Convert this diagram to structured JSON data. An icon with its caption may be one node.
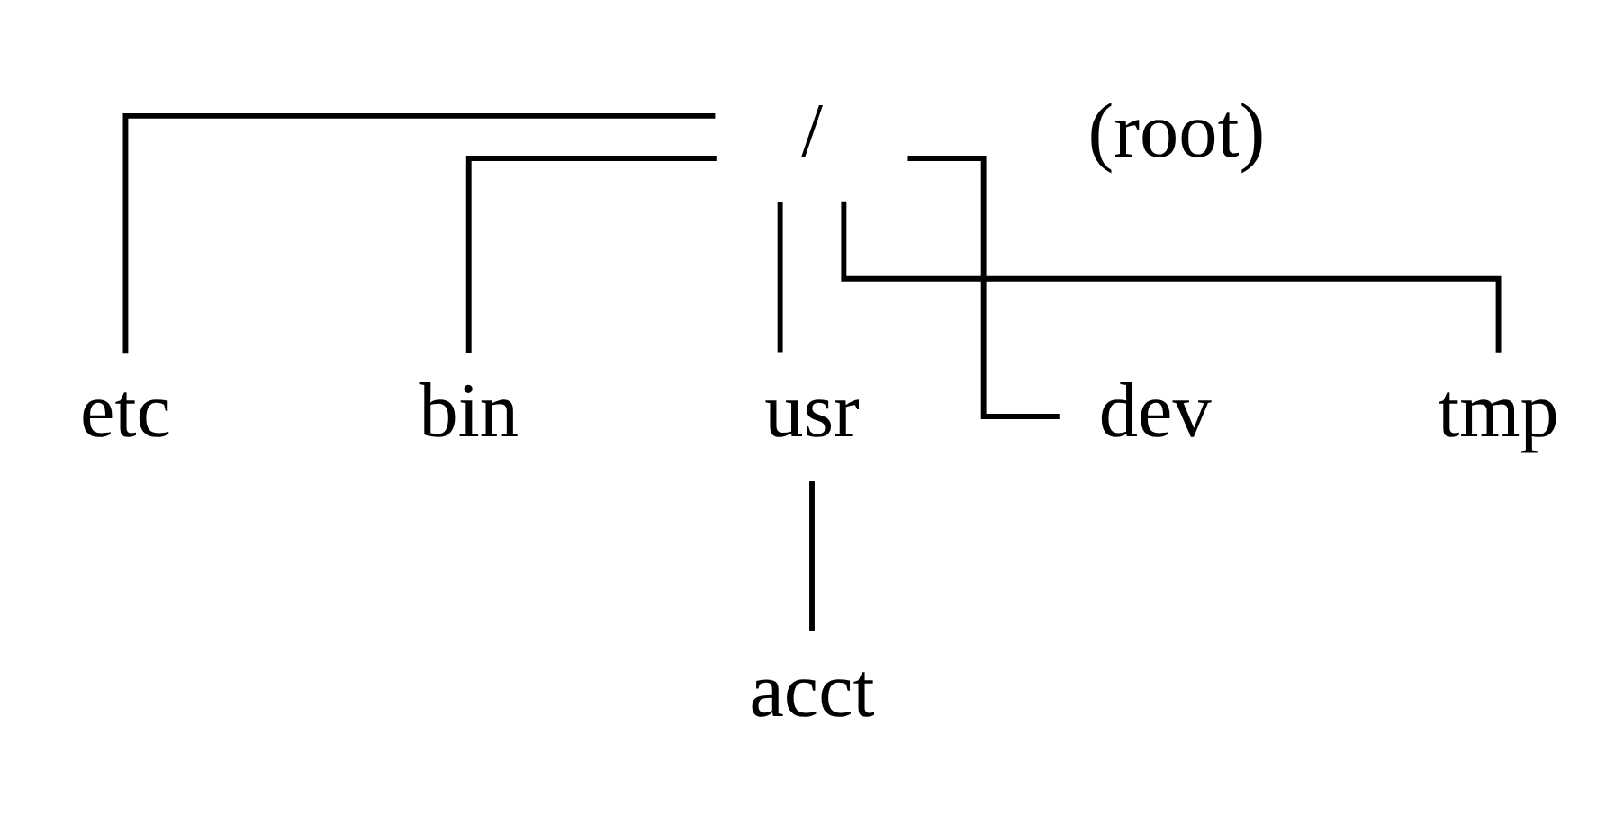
{
  "diagram": {
    "nodes": [
      {
        "text": [
          "/"
        ],
        "beside": [
          "(root)"
        ]
      },
      {
        "text": [
          "etc"
        ]
      },
      {
        "text": [
          "bin"
        ]
      },
      {
        "text": [
          "usr"
        ]
      },
      {
        "text": [
          "dev"
        ]
      },
      {
        "text": [
          "tmp"
        ]
      },
      {
        "text": [
          "acct"
        ]
      }
    ],
    "edges": [
      {
        "from": 0,
        "to": 1,
        "arrow": "none"
      },
      {
        "from": 0,
        "to": 2,
        "arrow": "none"
      },
      {
        "from": 0,
        "to": 3,
        "arrow": "none"
      },
      {
        "from": 0,
        "to": 4,
        "arrow": "none"
      },
      {
        "from": 0,
        "to": 5,
        "arrow": "none"
      },
      {
        "from": 3,
        "to": 6,
        "arrow": "none"
      }
    ]
  }
}
